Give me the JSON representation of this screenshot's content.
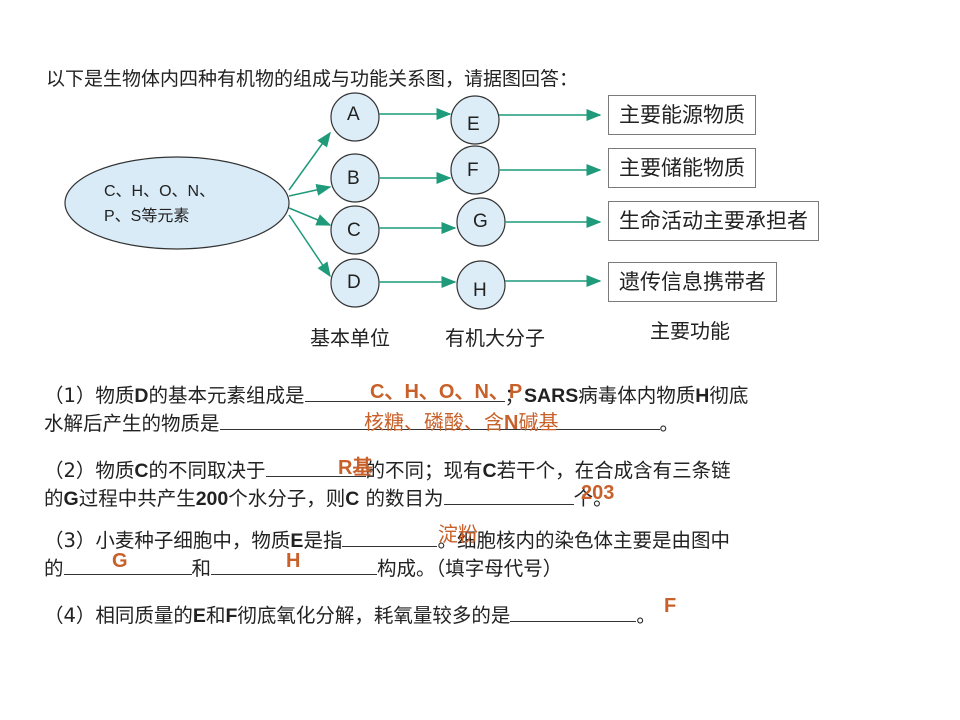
{
  "title": "以下是生物体内四种有机物的组成与功能关系图，请据图回答：",
  "diagram": {
    "elements_line1": "C、H、O、N、",
    "elements_line2": "P、S等元素",
    "units": [
      "A",
      "B",
      "C",
      "D"
    ],
    "macros": [
      "E",
      "F",
      "G",
      "H"
    ],
    "functions": [
      "主要能源物质",
      "主要储能物质",
      "生命活动主要承担者",
      "遗传信息携带者"
    ],
    "col_labels": [
      "基本单位",
      "有机大分子",
      "主要功能"
    ]
  },
  "questions": {
    "q1_line1_a": "（1）物质",
    "q1_line1_b": "D",
    "q1_line1_c": "的基本元素组成是",
    "q1_line1_d": "；",
    "q1_line1_e": "SARS",
    "q1_line1_f": "病毒体内物质",
    "q1_line1_g": "H",
    "q1_line1_h": "彻底",
    "q1_line2_a": "水解后产生的物质是",
    "q1_line2_b": "。",
    "q2_line1_a": "（2）物质",
    "q2_line1_b": "C",
    "q2_line1_c": "的不同取决于",
    "q2_line1_d": "的不同；现有",
    "q2_line1_e": "C",
    "q2_line1_f": "若干个，在合成含有三条链",
    "q2_line2_a": "的",
    "q2_line2_b": "G",
    "q2_line2_c": "过程中共产生",
    "q2_line2_d": "200",
    "q2_line2_e": "个水分子，则",
    "q2_line2_f": "C",
    "q2_line2_g": " 的数目为",
    "q2_line2_h": "个。",
    "q3_line1_a": "（3）小麦种子细胞中，物质",
    "q3_line1_b": "E",
    "q3_line1_c": "是指",
    "q3_line1_d": "。细胞核内的染色体主要是由图中",
    "q3_line2_a": "的",
    "q3_line2_b": "和",
    "q3_line2_c": "构成。（填字母代号）",
    "q4_a": "（4）相同质量的",
    "q4_b": "E",
    "q4_c": "和",
    "q4_d": "F",
    "q4_e": "彻底氧化分解，耗氧量较多的是",
    "q4_f": "。"
  },
  "answers": {
    "q1_elements": "C、H、O、N、P",
    "q1_hydrolysis_a": "核糖、磷酸、含",
    "q1_hydrolysis_b": "N",
    "q1_hydrolysis_c": "碱基",
    "q2_group": "R基",
    "q2_count": "203",
    "q3_e": "淀粉",
    "q3_g": "G",
    "q3_h": "H",
    "q4": "F"
  },
  "colors": {
    "ellipse_fill": "#d9ebf7",
    "node_fill": "#dcedf8",
    "answer": "#c8602a",
    "arrow": "#1f9a7a"
  }
}
